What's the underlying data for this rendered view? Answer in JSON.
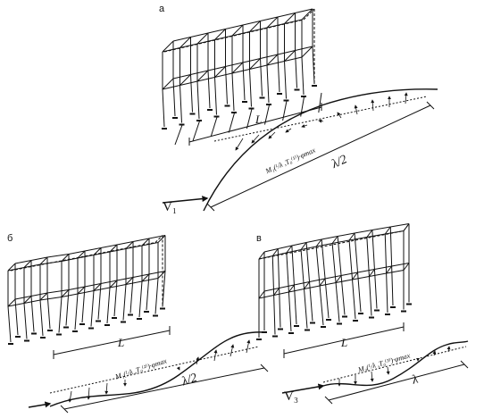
{
  "panels": [
    {
      "id": "a",
      "letter": "а",
      "span_label": "L",
      "wave_label": "λ/2",
      "formula": "M₁(ᴸ⁄λ ,T₀⁽¹⁾)·φmax",
      "wave_symbol": "V₁"
    },
    {
      "id": "b",
      "letter": "б",
      "span_label": "L",
      "wave_label": "λ/2",
      "formula": "M₁(ᴸ⁄λ ,T₀⁽²⁾)·φmax",
      "wave_symbol": ""
    },
    {
      "id": "c",
      "letter": "в",
      "span_label": "L",
      "wave_label": "λ",
      "formula": "M₃(ᴸ⁄λ ,T₀⁽³⁾)·φmax",
      "wave_symbol": "V₃"
    }
  ],
  "colors": {
    "ink": "#111111",
    "background": "#ffffff"
  }
}
